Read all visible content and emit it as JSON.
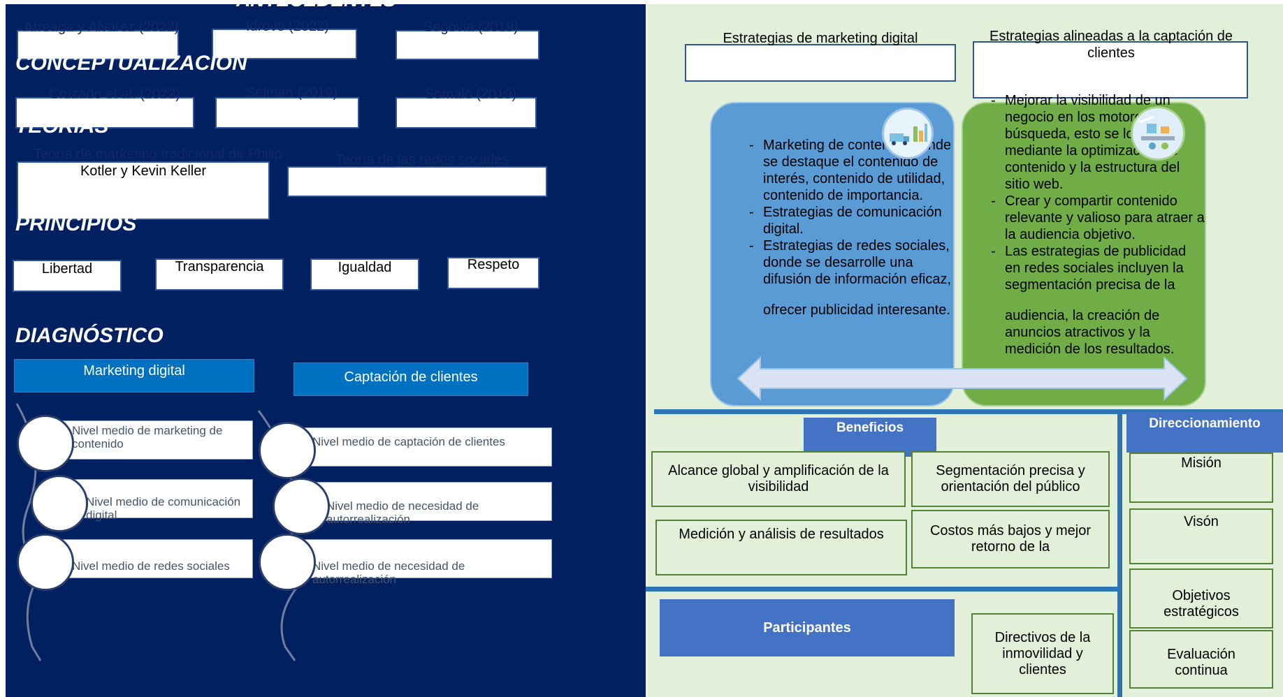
{
  "left": {
    "top_cut_title": "ANTECEDENTES",
    "antecedentes": [
      "Arreaga y Álvarez (2022)",
      "Idrovo (2022)",
      "Segovia (2019)"
    ],
    "conceptualizacion_header": "CONCEPTUALIZACIÓN",
    "conceptualizacion": [
      "Cruzado et al. (2022)",
      "Selman (2019)",
      "Somalo (2019)"
    ],
    "teorias_header": "TEORÍAS",
    "teoria_1_line1": "Teoría de marketing tradicional de Philip",
    "teoria_1_line2": "Kotler y Kevin Keller",
    "teoria_2": "Teoría de las redes sociales",
    "principios_header": "PRINCIPIOS",
    "principios": [
      "Libertad",
      "Transparencia",
      "Igualdad",
      "Respeto"
    ],
    "diagnostico_header": "DIAGNÓSTICO",
    "diag_col1_title": "Marketing digital",
    "diag_col2_title": "Captación de clientes",
    "diag_col1": [
      "Nivel medio de marketing de contenido",
      "Nivel medio de comunicación digital",
      "Nivel medio de redes sociales"
    ],
    "diag_col2": [
      "Nivel medio de captación de clientes",
      "Nivel medio de necesidad de autorrealización",
      "Nivel medio de necesidad de autorrealización"
    ]
  },
  "right": {
    "strat_title_1": "Estrategias de marketing digital",
    "strat_title_2": "Estrategias alineadas a la captación de clientes",
    "blue_items": [
      "Marketing de contenido donde se destaque el contenido de interés, contenido de utilidad, contenido de importancia.",
      "Estrategias de comunicación digital.",
      "Estrategias de redes sociales, donde se desarrolle una difusión de información eficaz,"
    ],
    "blue_tail": "ofrecer publicidad interesante.",
    "green_items": [
      "Mejorar la visibilidad de un negocio en los motores de búsqueda, esto se logra mediante la optimización de contenido y la estructura del sitio web.",
      "Crear y compartir contenido relevante y valioso para atraer a la audiencia objetivo.",
      "Las estrategias de publicidad en redes sociales incluyen la segmentación precisa de la"
    ],
    "green_tail": "audiencia, la creación de anuncios atractivos y la medición de los resultados.",
    "beneficios_title": "Beneficios",
    "beneficios": [
      "Alcance global y amplificación de la visibilidad",
      "Segmentación precisa y orientación del público",
      "Medición y análisis de resultados",
      "Costos más bajos y mejor retorno de la"
    ],
    "participantes_title": "Participantes",
    "participantes": "Directivos de la inmovilidad y clientes",
    "direccionamiento_title": "Direccionamiento",
    "direccionamiento": [
      "Misión",
      "Visón",
      "Objetivos estratégicos",
      "Evaluación continua"
    ]
  },
  "colors": {
    "left_bg": "#002060",
    "right_bg": "#e2f0d9",
    "blue_card": "#5b9bd5",
    "green_card": "#70ad47",
    "accent_blue": "#4472c4",
    "diag_blue": "#0070c0"
  }
}
